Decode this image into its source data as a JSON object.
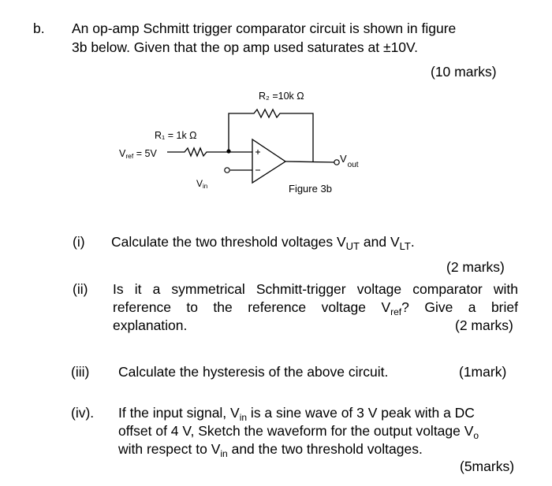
{
  "question": {
    "label": "b.",
    "line1": "An op-amp Schmitt trigger comparator circuit is shown in figure",
    "line2": "3b below.  Given that the op amp used saturates at ±10V.",
    "marks": "(10 marks)"
  },
  "figure": {
    "r2_label": "R₂ =10k Ω",
    "r1_label": "R₁ = 1k Ω",
    "vref_main": "V",
    "vref_sub": "ref",
    "vref_value": " = 5V",
    "vin_main": "V",
    "vin_sub": "in",
    "vout_main": "V",
    "vout_sub": "out",
    "caption": "Figure 3b"
  },
  "parts": [
    {
      "num": "(i)",
      "text_pre": "Calculate the two threshold voltages V",
      "sub1": "UT",
      "text_mid": " and V",
      "sub2": "LT",
      "text_post": ".",
      "marks": "(2 marks)"
    },
    {
      "num": "(ii)",
      "line1": "Is it a symmetrical Schmitt-trigger voltage comparator with",
      "line2_pre": "reference  to  the  reference  voltage  V",
      "line2_sub": "ref",
      "line2_post": "?  Give  a  brief",
      "line3": "explanation.",
      "marks": "(2 marks)"
    },
    {
      "num": "(iii)",
      "text": "Calculate the hysteresis of the above circuit.",
      "marks": "(1mark)"
    },
    {
      "num": "(iv).",
      "line1_pre": "If the input signal, V",
      "line1_sub": "in",
      "line1_post": " is a sine wave of 3 V peak with a DC",
      "line2_pre": "offset of 4 V, Sketch the waveform for the output voltage V",
      "line2_sub": "o",
      "line3_pre": "with respect to V",
      "line3_sub": "in",
      "line3_post": " and the two threshold voltages.",
      "marks": "(5marks)"
    }
  ]
}
